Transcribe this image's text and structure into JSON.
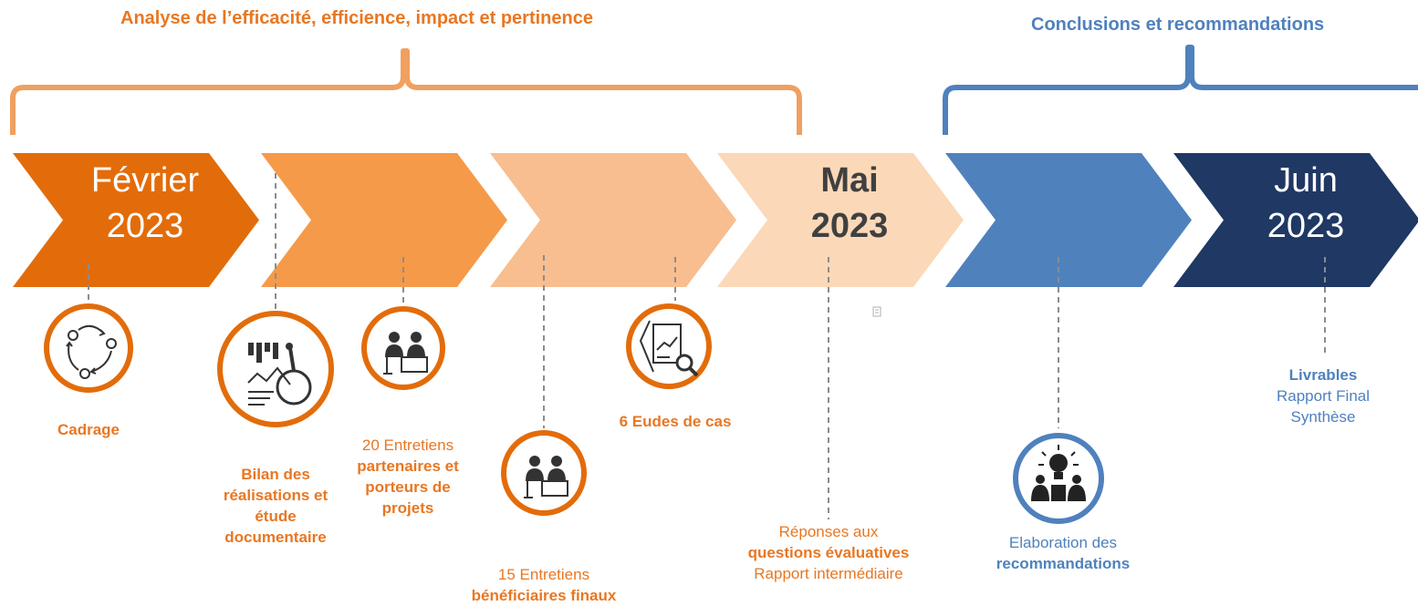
{
  "phases": {
    "analysis_title": "Analyse de l’efficacité, efficience, impact et pertinence",
    "conclusions_title": "Conclusions et recommandations"
  },
  "timeline": {
    "arrows": [
      {
        "line1": "Février",
        "line2": "2023",
        "fill": "#E36C0A",
        "text_color": "#FFFFFF",
        "bold": false
      },
      {
        "line1": "",
        "line2": "",
        "fill": "#F59A49",
        "text_color": "#FFFFFF",
        "bold": false
      },
      {
        "line1": "",
        "line2": "",
        "fill": "#F8BE8F",
        "text_color": "#FFFFFF",
        "bold": false
      },
      {
        "line1": "Mai",
        "line2": "2023",
        "fill": "#FBD8B8",
        "text_color": "#404040",
        "bold": true
      },
      {
        "line1": "",
        "line2": "",
        "fill": "#4F81BD",
        "text_color": "#FFFFFF",
        "bold": false
      },
      {
        "line1": "Juin",
        "line2": "2023",
        "fill": "#1F3864",
        "text_color": "#FFFFFF",
        "bold": false
      }
    ]
  },
  "steps": {
    "cadrage": {
      "title": "Cadrage",
      "icon": "cycle-icon"
    },
    "bilan": {
      "title": "Bilan des réalisations et étude documentaire",
      "icon": "document-analysis-icon"
    },
    "entretiens_partenaires": {
      "count": "20 Entretiens",
      "title": "partenaires et  porteurs de projets",
      "icon": "meeting-icon"
    },
    "entretiens_beneficiaires": {
      "count": "15 Entretiens",
      "title": "bénéficiaires finaux",
      "icon": "meeting-icon"
    },
    "etudes_cas": {
      "title": "6 Eudes de cas",
      "icon": "report-magnifier-icon"
    },
    "reponses": {
      "line1": "Réponses aux",
      "title": "questions évaluatives",
      "line3": "Rapport intermédiaire"
    },
    "recommandations": {
      "line1": "Elaboration des",
      "title": "recommandations",
      "icon": "team-idea-icon"
    },
    "livrables": {
      "title": "Livrables",
      "line2": "Rapport Final",
      "line3": "Synthèse"
    }
  },
  "colors": {
    "orange": "#E87722",
    "blue": "#4F81BD",
    "navy": "#1F3864",
    "dash": "#8C8C8C"
  }
}
